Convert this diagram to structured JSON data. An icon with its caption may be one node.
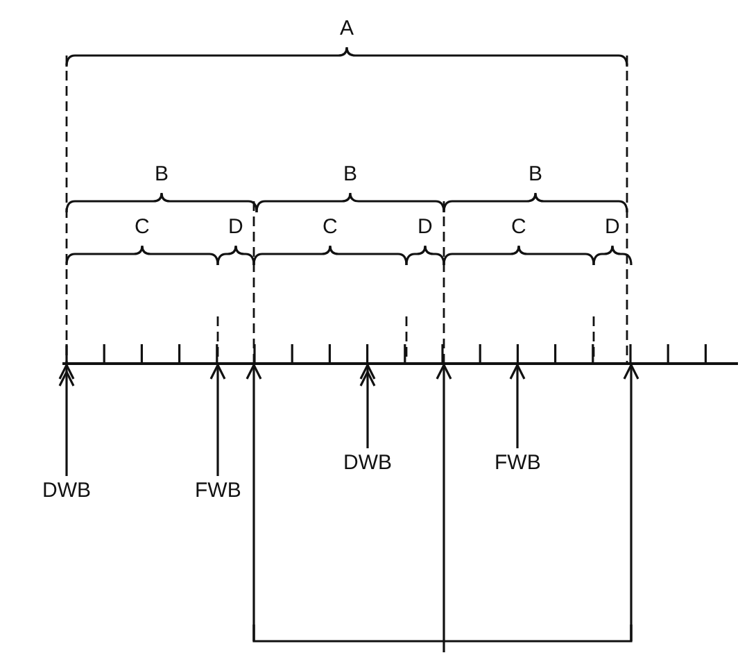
{
  "diagram": {
    "nodes": [
      {
        "text": [
          "DWB"
        ]
      },
      {
        "text": [
          "FWB"
        ]
      },
      {
        "text": [
          "DWB"
        ]
      },
      {
        "text": [
          "FWB"
        ]
      },
      {
        "text": [],
        "shape": "bracket"
      },
      {
        "text": [],
        "shape": "line"
      }
    ],
    "edges": [
      {
        "from": 0,
        "to": 5,
        "arrow": "to"
      },
      {
        "from": 1,
        "to": 5,
        "arrow": "to"
      },
      {
        "from": 2,
        "to": 5,
        "arrow": "to"
      },
      {
        "from": 3,
        "to": 5,
        "arrow": "to"
      },
      {
        "from": 4,
        "to": 5,
        "arrow": "to"
      },
      {
        "from": 4,
        "to": 5,
        "arrow": "to"
      },
      {
        "from": 4,
        "to": 5,
        "arrow": "to"
      }
    ],
    "labels": [
      "A",
      "B",
      "B",
      "B",
      "C",
      "D",
      "C",
      "D",
      "C",
      "D"
    ]
  }
}
